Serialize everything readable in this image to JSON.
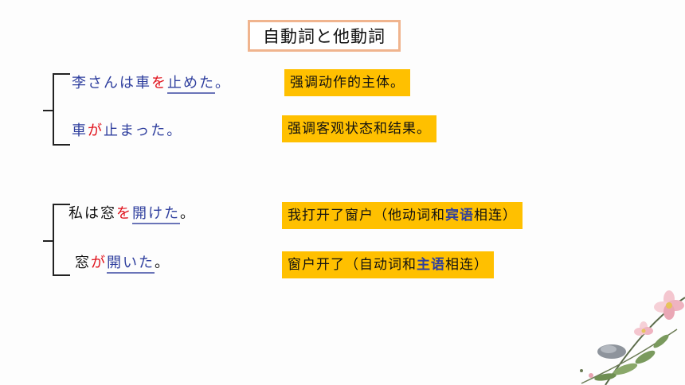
{
  "title": "自動詞と他動詞",
  "pair1": {
    "line1": {
      "p1": "李さんは車",
      "p2": "を",
      "p3": "止めた",
      "p4": "。"
    },
    "line2": {
      "p1": "車",
      "p2": "が",
      "p3": "止まった。"
    },
    "note1": "强调动作的主体。",
    "note2": "强调客观状态和结果。"
  },
  "pair2": {
    "line1": {
      "p1": "私は窓",
      "p2": "を",
      "p3": "開けた",
      "p4": "。"
    },
    "line2": {
      "p1": "窓",
      "p2": "が",
      "p3": "開いた",
      "p4": "。"
    },
    "note1": {
      "pre": "我打开了窗户（他动词和",
      "hl": "宾语",
      "post": "相连）"
    },
    "note2": {
      "pre": "窗户开了（自动词和",
      "hl": "主语",
      "post": "相连）"
    }
  },
  "colors": {
    "accent_blue": "#2f3f9e",
    "particle_red": "#e0101a",
    "note_bg": "#ffc000",
    "title_border": "#f0b48e"
  }
}
